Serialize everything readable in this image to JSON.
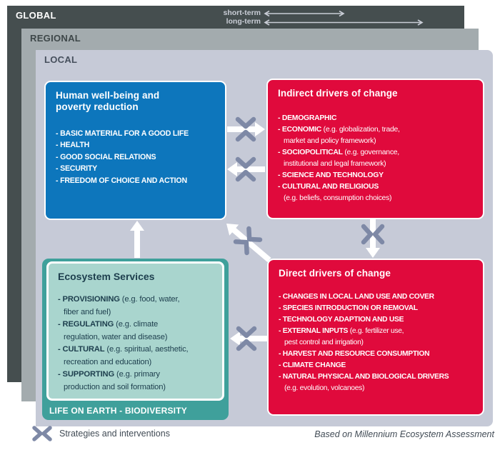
{
  "frames": {
    "global": "GLOBAL",
    "regional": "REGIONAL",
    "local": "LOCAL"
  },
  "timeline": {
    "short_label": "short-term",
    "long_label": "long-term"
  },
  "boxes": {
    "wellbeing": {
      "title": "Human well-being and\npoverty reduction",
      "items": [
        {
          "term": "BASIC MATERIAL FOR A GOOD LIFE"
        },
        {
          "term": "HEALTH"
        },
        {
          "term": "GOOD SOCIAL RELATIONS"
        },
        {
          "term": "SECURITY"
        },
        {
          "term": "FREEDOM OF CHOICE AND ACTION"
        }
      ]
    },
    "indirect": {
      "title": "Indirect drivers of change",
      "items": [
        {
          "term": "DEMOGRAPHIC"
        },
        {
          "term": "ECONOMIC",
          "detail": "(e.g. globalization, trade,\nmarket and policy framework)"
        },
        {
          "term": "SOCIOPOLITICAL",
          "detail": "(e.g. governance,\ninstitutional and legal framework)"
        },
        {
          "term": "SCIENCE AND TECHNOLOGY"
        },
        {
          "term": "CULTURAL AND RELIGIOUS",
          "detail": "\n(e.g. beliefs, consumption choices)"
        }
      ]
    },
    "ecosystem": {
      "title": "Ecosystem Services",
      "band": "LIFE ON EARTH - BIODIVERSITY",
      "items": [
        {
          "term": "PROVISIONING",
          "detail": "(e.g. food, water,\nfiber and fuel)"
        },
        {
          "term": "REGULATING",
          "detail": "(e.g. climate\nregulation, water and disease)"
        },
        {
          "term": "CULTURAL",
          "detail": "(e.g. spiritual, aesthetic,\nrecreation and education)"
        },
        {
          "term": "SUPPORTING",
          "detail": "(e.g. primary\nproduction and soil formation)"
        }
      ]
    },
    "direct": {
      "title": "Direct drivers of change",
      "items": [
        {
          "term": "CHANGES IN LOCAL LAND USE AND COVER"
        },
        {
          "term": "SPECIES INTRODUCTION OR REMOVAL"
        },
        {
          "term": "TECHNOLOGY ADAPTION AND USE"
        },
        {
          "term": "EXTERNAL INPUTS",
          "detail": "(e.g. fertilizer use,\npest control and irrigation)"
        },
        {
          "term": "HARVEST AND RESOURCE CONSUMPTION"
        },
        {
          "term": "CLIMATE CHANGE"
        },
        {
          "term": "NATURAL PHYSICAL AND BIOLOGICAL DRIVERS",
          "detail": "\n(e.g. evolution, volcanoes)"
        }
      ]
    }
  },
  "footer": {
    "legend_label": "Strategies and interventions",
    "credit": "Based on Millennium Ecosystem Assessment"
  },
  "icons": {
    "strategies_marker": "converging-arrows-icon"
  },
  "colors": {
    "global_frame": "#454e4f",
    "regional_frame": "#a3abae",
    "local_frame": "#c6cad7",
    "wellbeing_blue": "#0d76bc",
    "drivers_red": "#e00a3c",
    "ecosystem_teal": "#3fa09b",
    "ecosystem_teal_light": "#a9d5ce",
    "marker_gray": "#7e89a6",
    "arrow_white": "#ffffff",
    "timeline_gray": "#c9cdd6"
  }
}
